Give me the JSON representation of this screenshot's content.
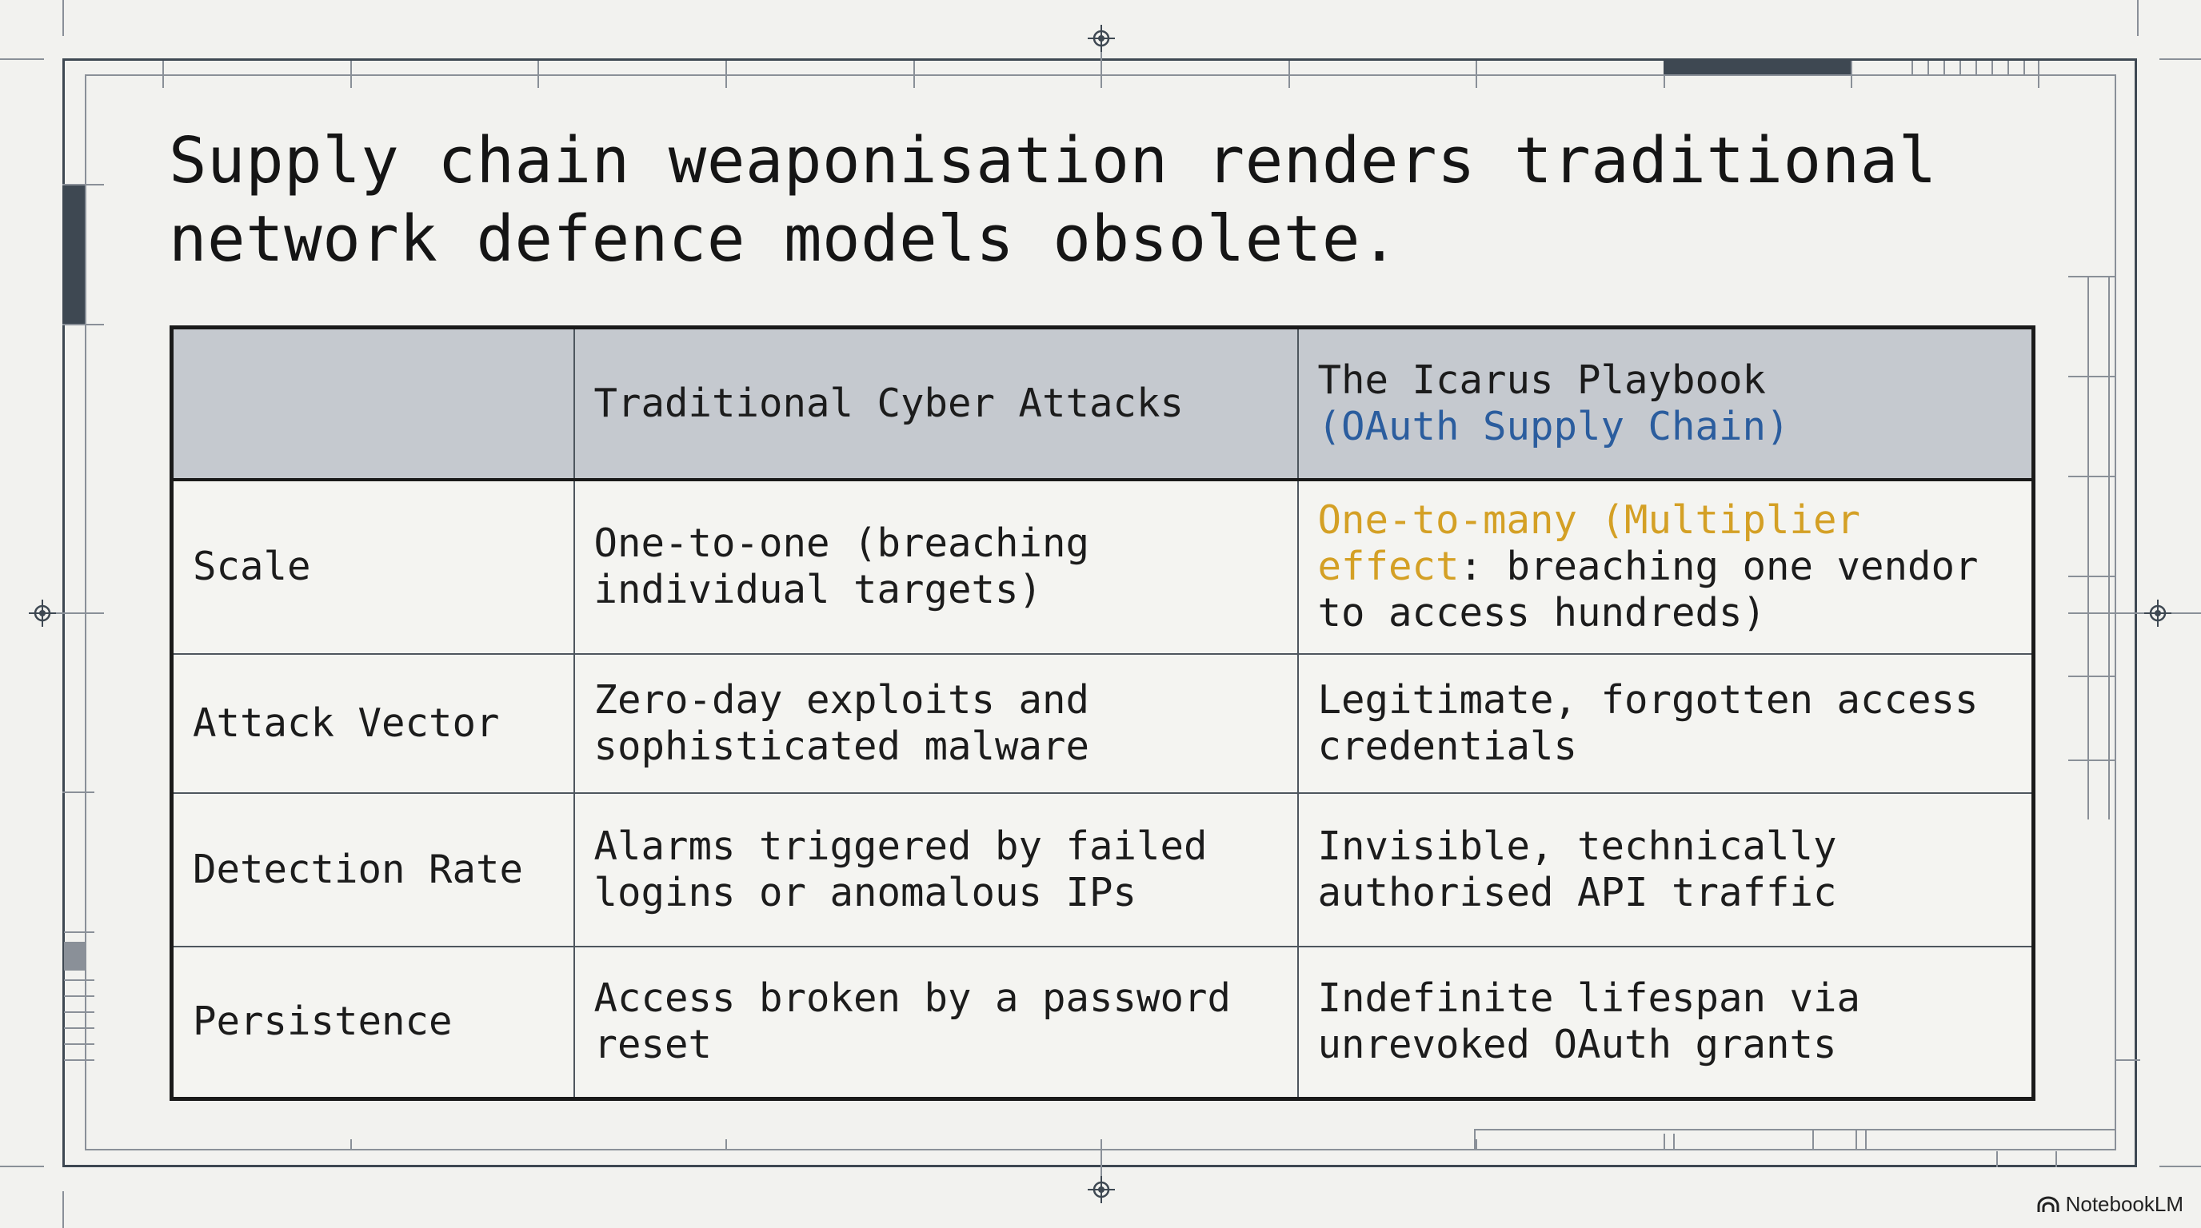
{
  "slide": {
    "title": "Supply chain weaponisation renders traditional network defence models obsolete."
  },
  "table": {
    "columns": [
      {
        "label": ""
      },
      {
        "label": "Traditional Cyber Attacks"
      },
      {
        "label_main": "The Icarus Playbook",
        "label_sub": "(OAuth Supply Chain)"
      }
    ],
    "rows": [
      {
        "label": "Scale",
        "traditional": "One-to-one (breaching individual targets)",
        "icarus_highlight": "One-to-many (Multiplier effect",
        "icarus_rest": ": breaching one vendor to access hundreds)"
      },
      {
        "label": "Attack Vector",
        "traditional": "Zero-day exploits and sophisticated malware",
        "icarus": "Legitimate, forgotten access credentials"
      },
      {
        "label": "Detection Rate",
        "traditional": "Alarms triggered by failed logins or anomalous IPs",
        "icarus": "Invisible, technically authorised API traffic"
      },
      {
        "label": "Persistence",
        "traditional": "Access broken by a password reset",
        "icarus": "Indefinite lifespan via unrevoked OAuth grants"
      }
    ]
  },
  "brand": {
    "label": "NotebookLM",
    "icon": "notebooklm-logo-icon"
  },
  "colors": {
    "background": "#f2f2ef",
    "header_fill": "#c5c9cf",
    "accent_blue": "#2b5d9e",
    "accent_gold": "#d4a025",
    "frame": "#3e4852"
  }
}
